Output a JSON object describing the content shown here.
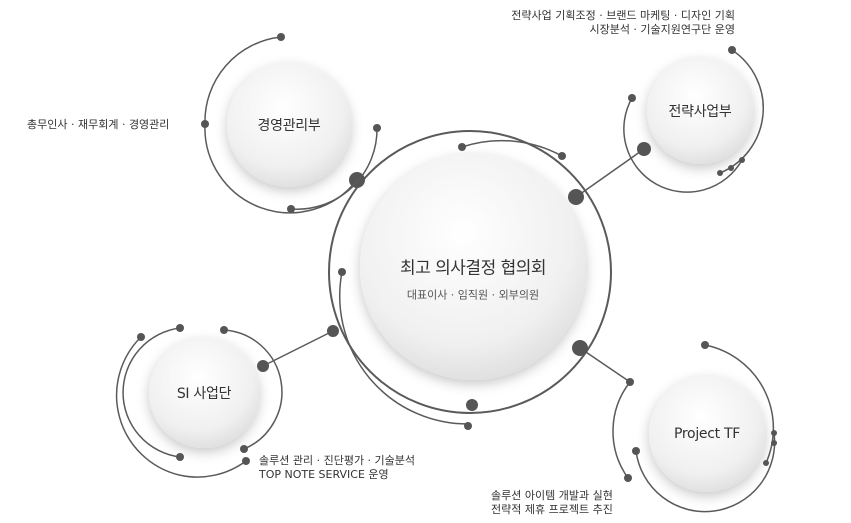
{
  "center": {
    "title": "최고 의사결정 협의회",
    "subtitle": "대표이사 · 임직원 · 외부의원"
  },
  "nodes": {
    "management": {
      "label": "경영관리부",
      "desc": "총무인사 · 재무회계 · 경영관리"
    },
    "strategy": {
      "label": "전략사업부",
      "desc": [
        "전략사업 기획조정 · 브랜드 마케팅 · 디자인 기획",
        "시장분석 · 기술지원연구단 운영"
      ]
    },
    "si": {
      "label": "SI 사업단",
      "desc": [
        "솔루션 관리 · 진단평가 · 기술분석",
        "TOP NOTE SERVICE 운영"
      ]
    },
    "project": {
      "label": "Project TF",
      "desc": [
        "솔루션 아이템 개발과 실현",
        "전략적 제휴 프로젝트 추진"
      ]
    }
  },
  "colors": {
    "line": "#5a5a5a",
    "dot": "#555555",
    "circle_light": "#ffffff",
    "circle_shadow": "#d0d0d0"
  }
}
